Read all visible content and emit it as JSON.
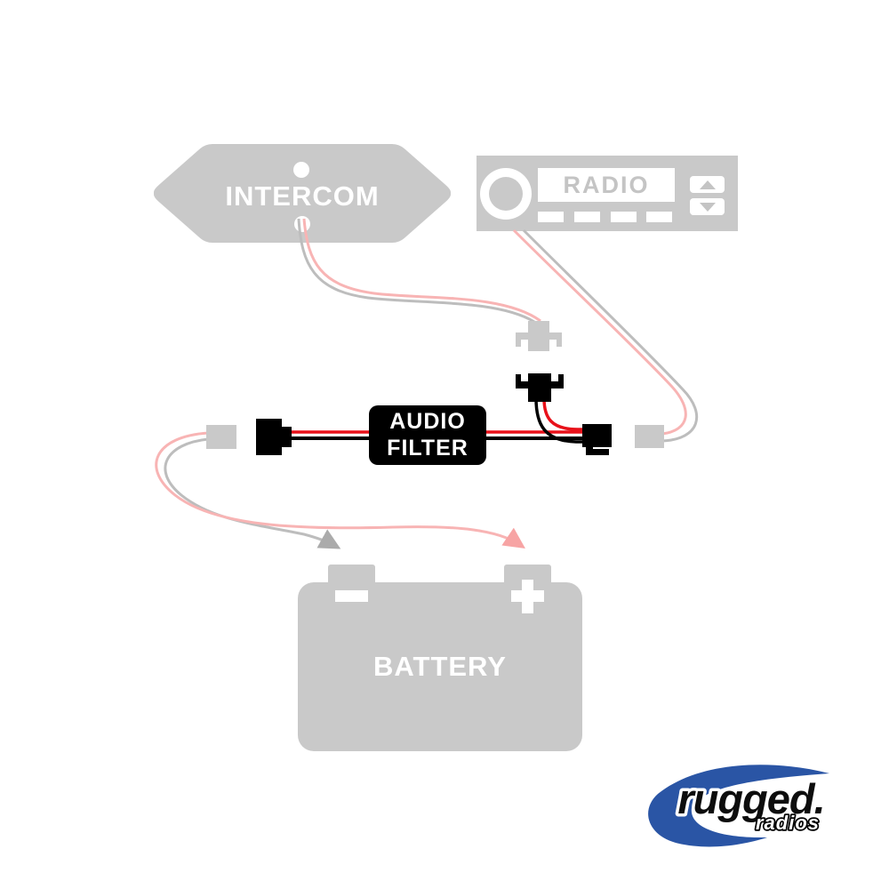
{
  "diagram": {
    "intercom": {
      "label": "INTERCOM"
    },
    "radio": {
      "label": "RADIO"
    },
    "audio_filter": {
      "line1": "AUDIO",
      "line2": "FILTER"
    },
    "battery": {
      "label": "BATTERY",
      "negative_symbol": "-",
      "positive_symbol": "+"
    },
    "connectors": [
      {
        "name": "intercom-harness-plug",
        "color": "gray"
      },
      {
        "name": "filter-top-plug",
        "color": "black"
      },
      {
        "name": "filter-left-connector",
        "color": "black"
      },
      {
        "name": "filter-right-connector",
        "color": "black"
      },
      {
        "name": "battery-lead-receptacle",
        "color": "gray"
      },
      {
        "name": "radio-lead-receptacle",
        "color": "gray"
      }
    ],
    "wires": [
      {
        "name": "intercom-to-plug",
        "colors": [
          "pink",
          "gray"
        ]
      },
      {
        "name": "radio-to-receptacle",
        "colors": [
          "pink",
          "gray"
        ]
      },
      {
        "name": "filter-power-left",
        "colors": [
          "red",
          "black"
        ]
      },
      {
        "name": "filter-power-right",
        "colors": [
          "red",
          "black"
        ]
      },
      {
        "name": "top-plug-drop",
        "colors": [
          "red",
          "black"
        ]
      },
      {
        "name": "receptacle-to-battery",
        "colors": [
          "pink-arrow-to-positive",
          "gray-arrow-to-negative"
        ]
      }
    ],
    "colors": {
      "device_gray": "#c9c9c9",
      "display_text_gray": "#c4c4c4",
      "wire_gray": "#bdbdbd",
      "wire_pink": "#f8b4b4",
      "arrow_gray": "#ababab",
      "arrow_pink": "#f7a4a4",
      "wire_red": "#e8111a",
      "wire_black": "#000000",
      "logo_blue": "#2a55a5"
    }
  },
  "logo": {
    "brand": "rugged.",
    "sub_brand": "radios"
  }
}
